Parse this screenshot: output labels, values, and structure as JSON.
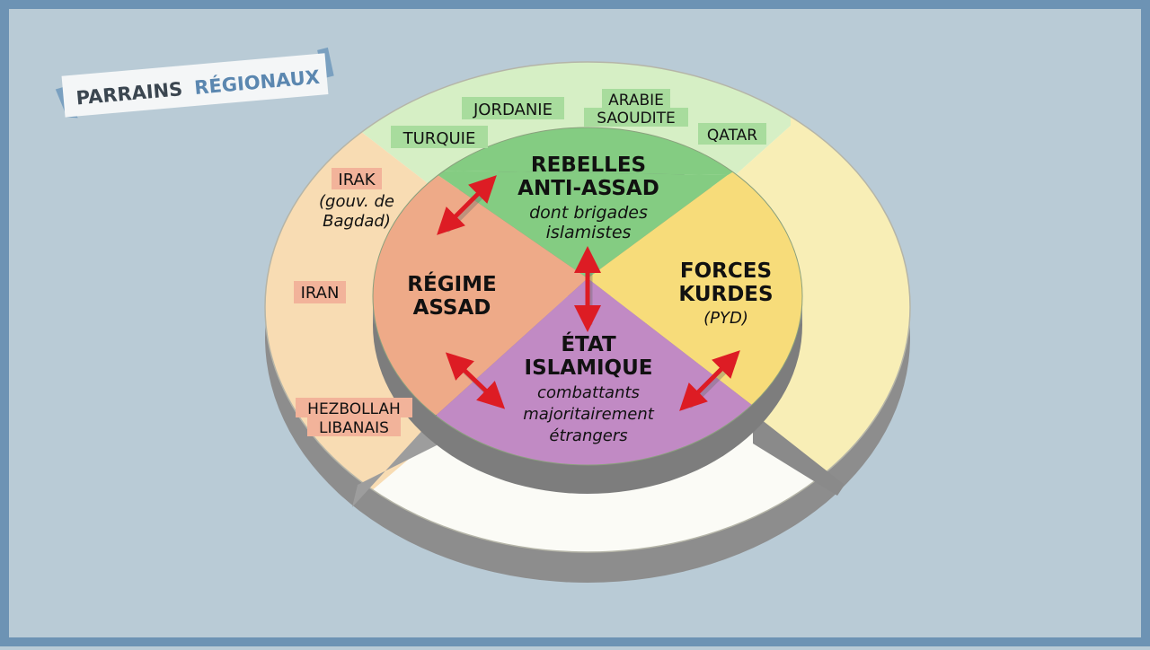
{
  "banner": {
    "title_part1": "PARRAINS",
    "title_part2": "RÉGIONAUX"
  },
  "colors": {
    "background": "#b9cbd6",
    "frame": "#6d93b4",
    "rebelles": "#84cc82",
    "regime": "#eeaa88",
    "kurdes": "#f7dc7a",
    "etat_islamique": "#c18ac4",
    "outer_green": "#d6efc5",
    "outer_orange": "#f8dcb3",
    "outer_yellow": "#f8eeb6",
    "outer_white": "#fbfbf6",
    "arrow": "#dd1c24"
  },
  "factions": {
    "rebelles": {
      "name_line1": "REBELLES",
      "name_line2": "ANTI-ASSAD",
      "sub_line1": "dont brigades",
      "sub_line2": "islamistes"
    },
    "regime": {
      "name_line1": "RÉGIME",
      "name_line2": "ASSAD"
    },
    "kurdes": {
      "name_line1": "FORCES",
      "name_line2": "KURDES",
      "sub_line1": "(PYD)"
    },
    "etat_islamique": {
      "name_line1": "ÉTAT",
      "name_line2": "ISLAMIQUE",
      "sub_line1": "combattants",
      "sub_line2": "majoritairement",
      "sub_line3": "étrangers"
    }
  },
  "sponsors": {
    "jordanie": "JORDANIE",
    "arabie_line1": "ARABIE",
    "arabie_line2": "SAOUDITE",
    "turquie": "TURQUIE",
    "qatar": "QATAR",
    "irak": "IRAK",
    "irak_sub_line1": "(gouv. de",
    "irak_sub_line2": "Bagdad)",
    "iran": "IRAN",
    "hezbollah_line1": "HEZBOLLAH",
    "hezbollah_line2": "LIBANAIS"
  }
}
